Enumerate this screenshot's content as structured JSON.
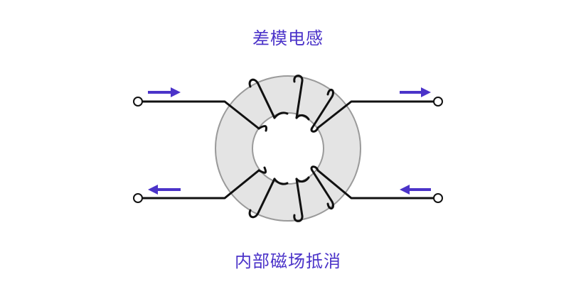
{
  "title": "差模电感",
  "subtitle": "内部磁场抵消",
  "colors": {
    "accent": "#4B33C9",
    "core_fill": "#E4E4E4",
    "core_stroke": "#9A9A9A",
    "wire": "#111111"
  },
  "icons": {
    "terminal": "open-circle-terminal",
    "arrow": "current-direction-arrow"
  }
}
